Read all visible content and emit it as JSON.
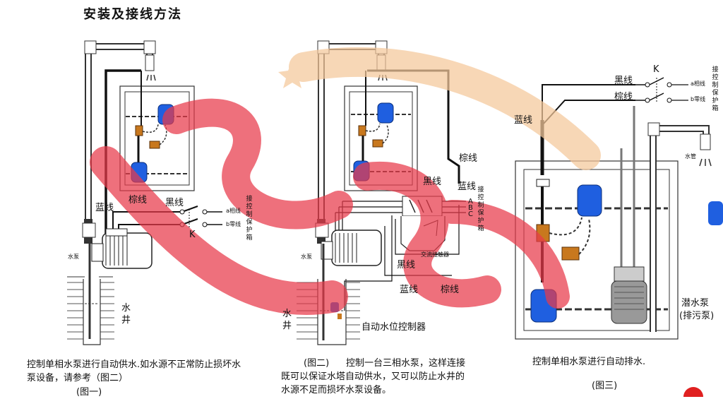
{
  "header": {
    "title": "安装及接线方法"
  },
  "fig1": {
    "label_blue": "蓝线",
    "label_brown": "棕线",
    "label_black": "黑线",
    "label_a": "a相线",
    "label_b": "b零线",
    "label_k": "K",
    "label_box": "接\n控\n制\n保\n护\n箱",
    "label_pump": "水泵",
    "label_well": "水\n井",
    "caption": "控制单相水泵进行自动供水.如水源不正常防止损坏水泵设备，请参考（图二）",
    "fig_no": "(图一)"
  },
  "fig2": {
    "label_brown_top": "棕线",
    "label_black_mid": "黑线",
    "label_blue_mid": "蓝线",
    "label_a": "A",
    "label_b": "B",
    "label_c": "C",
    "label_box": "接\n控\n制\n保\n护\n箱",
    "label_contactor": "交流接触器",
    "label_black_low": "黑线",
    "label_blue_low": "蓝线",
    "label_brown_low": "棕线",
    "label_pump": "水泵",
    "label_well": "水\n井",
    "label_controller": "自动水位控制器",
    "fig_no": "(图二)",
    "caption": "控制一台三相水泵，这样连接既可以保证水塔自动供水，又可以防止水井的水源不足而损坏水泵设备。"
  },
  "fig3": {
    "label_black": "黑线",
    "label_k": "K",
    "label_a": "a相线",
    "label_b": "b零线",
    "label_box": "接\n控\n制\n保\n护\n箱",
    "label_brown": "棕线",
    "label_blue": "蓝线",
    "label_pipe": "水管",
    "label_pump": "潜水泵",
    "label_pump2": "(排污泵)",
    "caption": "控制单相水泵进行自动排水.",
    "fig_no": "(图三)"
  },
  "colors": {
    "float_blue": "#1f5fe0",
    "brown_weight": "#c8781e",
    "watermark_red": "#e83a4a",
    "watermark_orange": "#f5c89a"
  }
}
